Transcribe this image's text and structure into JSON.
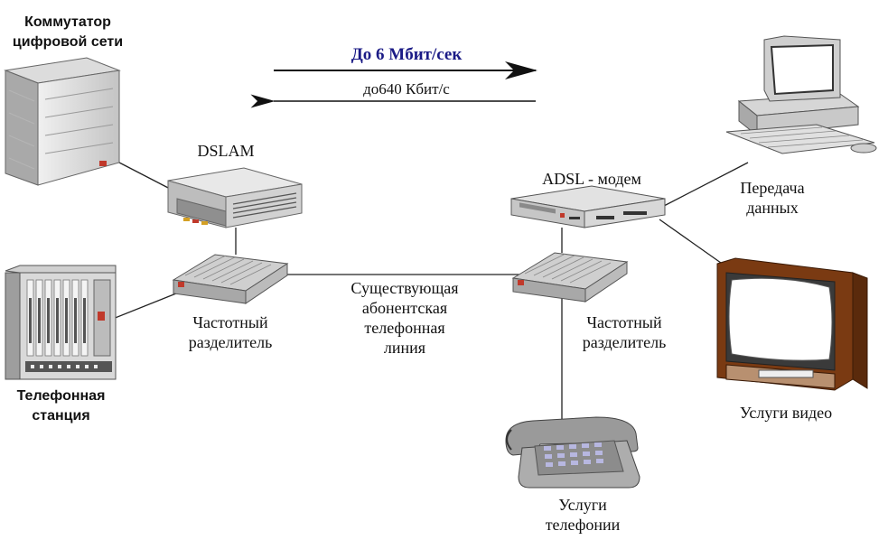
{
  "labels": {
    "switch_line1": "Коммутатор",
    "switch_line2": "цифровой сети",
    "dslam": "DSLAM",
    "exchange_line1": "Телефонная",
    "exchange_line2": "станция",
    "splitter_left_line1": "Частотный",
    "splitter_left_line2": "разделитель",
    "line_line1": "Существующая",
    "line_line2": "абонентская",
    "line_line3": "телефонная",
    "line_line4": "линия",
    "modem": "ADSL - модем",
    "splitter_right_line1": "Частотный",
    "splitter_right_line2": "разделитель",
    "data_line1": "Передача",
    "data_line2": "данных",
    "video": "Услуги видео",
    "phone_line1": "Услуги",
    "phone_line2": "телефонии"
  },
  "speeds": {
    "downstream": "До 6 Мбит/сек",
    "upstream": "до640 Кбит/с"
  },
  "colors": {
    "speed_text": "#1b1b86",
    "device_light": "#e6e6e6",
    "device_mid": "#bdbdbd",
    "device_dark": "#7a7a7a",
    "tv_wood": "#7a3a12",
    "led_red": "#c0392b"
  }
}
